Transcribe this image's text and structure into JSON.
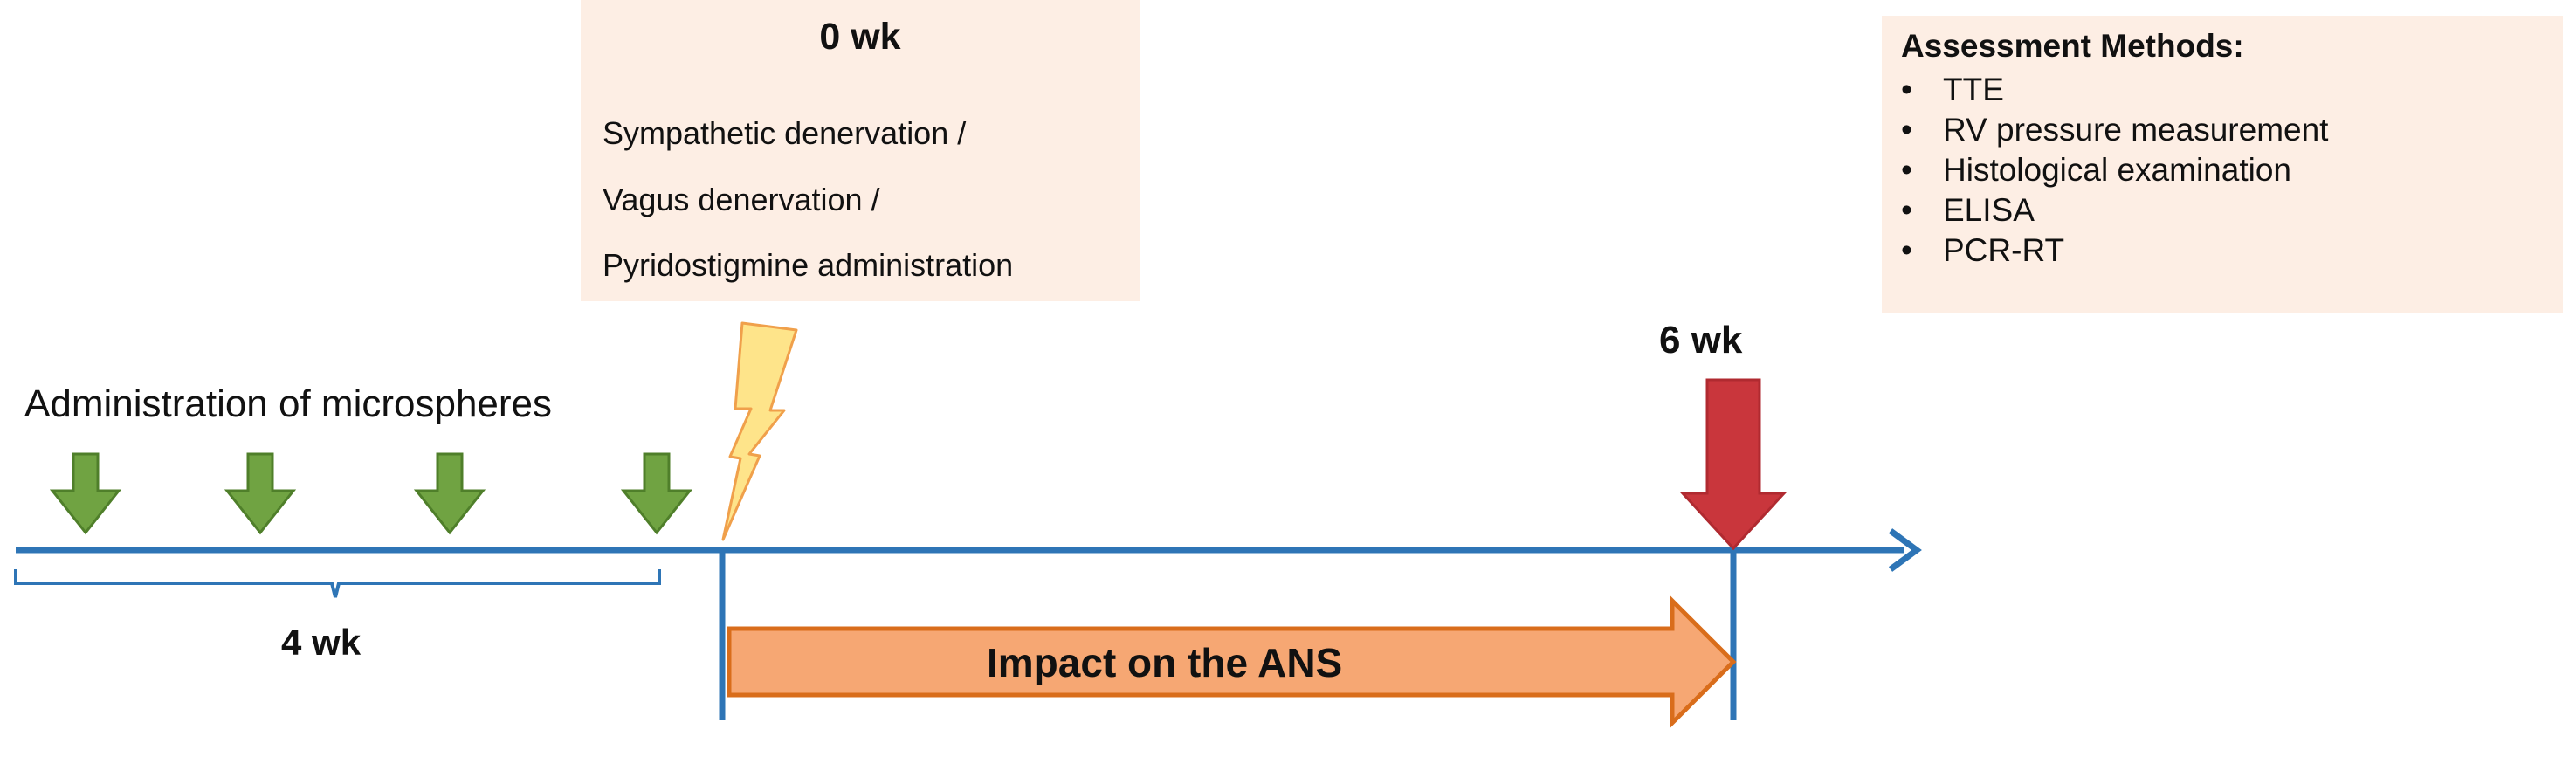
{
  "start_box": {
    "title": "0 wk",
    "lines": [
      "Sympathetic denervation  /",
      "Vagus denervation  /",
      "Pyridostigmine administration"
    ]
  },
  "assessment": {
    "title": "Assessment Methods:",
    "items": [
      "TTE",
      "RV pressure measurement",
      "Histological examination",
      "ELISA",
      "PCR-RT"
    ]
  },
  "timeline": {
    "microspheres_label": "Administration  of microspheres",
    "injection_period_label": "4 wk",
    "end_label": "6 wk",
    "impact_label": "Impact on the ANS"
  },
  "colors": {
    "timeline": "#2e75b6",
    "microsphere_arrow": "#70a342",
    "end_arrow": "#c9363c",
    "impact_arrow": "#f6a773",
    "bolt": "#fee48a",
    "box_fill": "#fdeee4"
  },
  "icons": {
    "microsphere": "arrow-down-icon",
    "start": "lightning-bolt-icon",
    "end": "arrow-down-icon",
    "impact": "arrow-right-icon"
  }
}
